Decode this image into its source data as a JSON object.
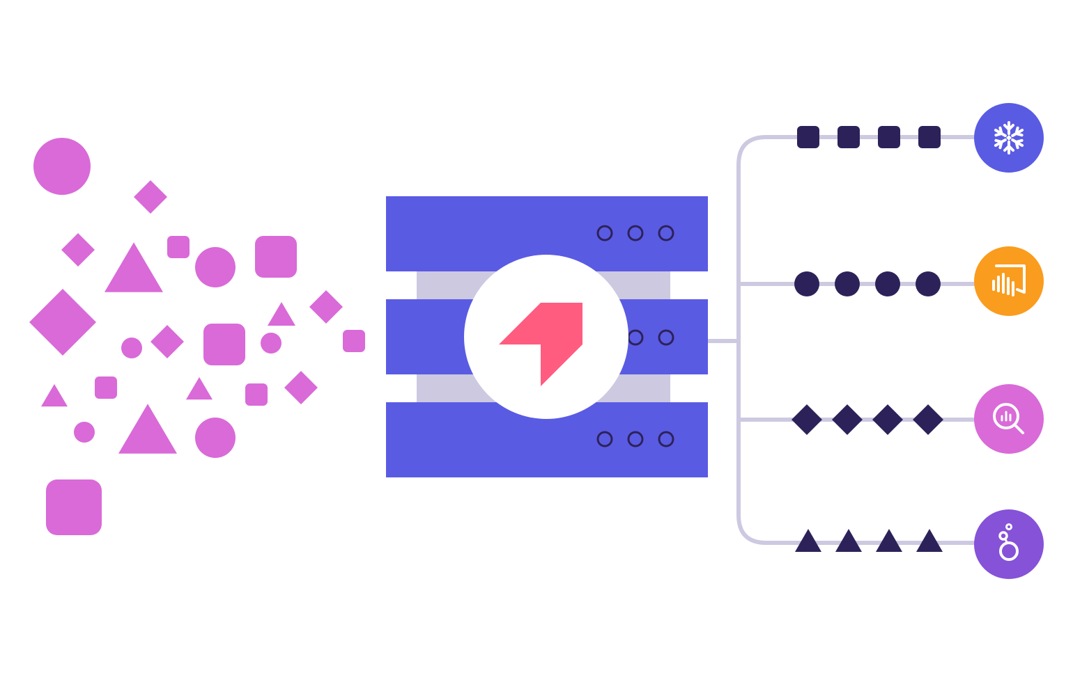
{
  "colors": {
    "background": "#ffffff",
    "source_shape": "#d96ad8",
    "server_band": "#5a5be3",
    "server_gap": "#cdc9e1",
    "port_ring": "#2c2259",
    "hub_circle": "#ffffff",
    "hub_logo": "#ff5c80",
    "connector_line": "#cdc9e1",
    "data_token": "#2c2259"
  },
  "source": {
    "label": "",
    "shape_kinds": [
      "circle",
      "rounded-square",
      "diamond",
      "triangle"
    ]
  },
  "server": {
    "label": "",
    "bands": 3,
    "ports_per_band": 3,
    "center_icon": "arrow-logo-icon"
  },
  "destinations": [
    {
      "name": "snowflake-icon",
      "color": "#5a5be3",
      "token_shape": "rounded-square",
      "token_count": 4
    },
    {
      "name": "power-bi-icon",
      "color": "#fa9c1d",
      "token_shape": "circle",
      "token_count": 4
    },
    {
      "name": "analytics-search-icon",
      "color": "#d96ad8",
      "token_shape": "diamond",
      "token_count": 4
    },
    {
      "name": "looker-icon",
      "color": "#8552d8",
      "token_shape": "triangle",
      "token_count": 4
    }
  ]
}
